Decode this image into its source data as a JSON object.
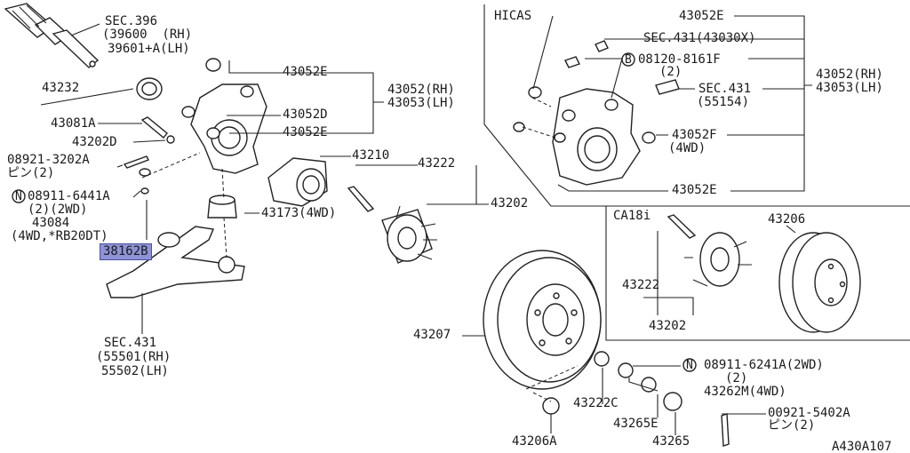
{
  "diagram": {
    "id_code": "A430A107",
    "highlight_color": "#8e93d6",
    "labels": {
      "sec396_1": "SEC.396",
      "sec396_2": "(39600  (RH)",
      "sec396_3": "39601+A(LH)",
      "p43232": "43232",
      "p43081A": "43081A",
      "p43202D": "43202D",
      "pin08921_1": "08921-3202A",
      "pin08921_2": "ピン(2)",
      "n08911_1": "08911-6441A",
      "n08911_2": "(2)(2WD)",
      "p43084_1": "43084",
      "p43084_2": "(4WD,*RB20DT)",
      "p38162B": "38162B",
      "sec431_1": "SEC.431",
      "sec431_2": "(55501(RH)",
      "sec431_3": "55502(LH)",
      "p43052E_a": "43052E",
      "p43052_rh_a": "43052(RH)",
      "p43053_lh_a": "43053(LH)",
      "p43052D": "43052D",
      "p43052E_b": "43052E",
      "p43210": "43210",
      "p43173": "43173(4WD)",
      "p43222": "43222",
      "p43202": "43202",
      "p43207": "43207",
      "hicas": "HICAS",
      "h_43052E_top": "43052E",
      "h_sec431_a": "SEC.431(43030X)",
      "h_08120_1": "08120-8161F",
      "h_08120_2": "(2)",
      "h_sec431_b1": "SEC.431",
      "h_sec431_b2": "(55154)",
      "h_43052F_1": "43052F",
      "h_43052F_2": "(4WD)",
      "h_43052E_bot": "43052E",
      "h_43052_rh": "43052(RH)",
      "h_43053_lh": "43053(LH)",
      "ca18i": "CA18i",
      "c_43222": "43222",
      "c_43202": "43202",
      "c_43206": "43206",
      "n08911b_1": "08911-6241A(2WD)",
      "n08911b_2": "(2)",
      "p43262M": "43262M(4WD)",
      "p43222C": "43222C",
      "p43265E": "43265E",
      "p43265": "43265",
      "p43206A": "43206A",
      "pin00921_1": "00921-5402A",
      "pin00921_2": "ピン(2)",
      "B": "B",
      "N": "N"
    }
  }
}
